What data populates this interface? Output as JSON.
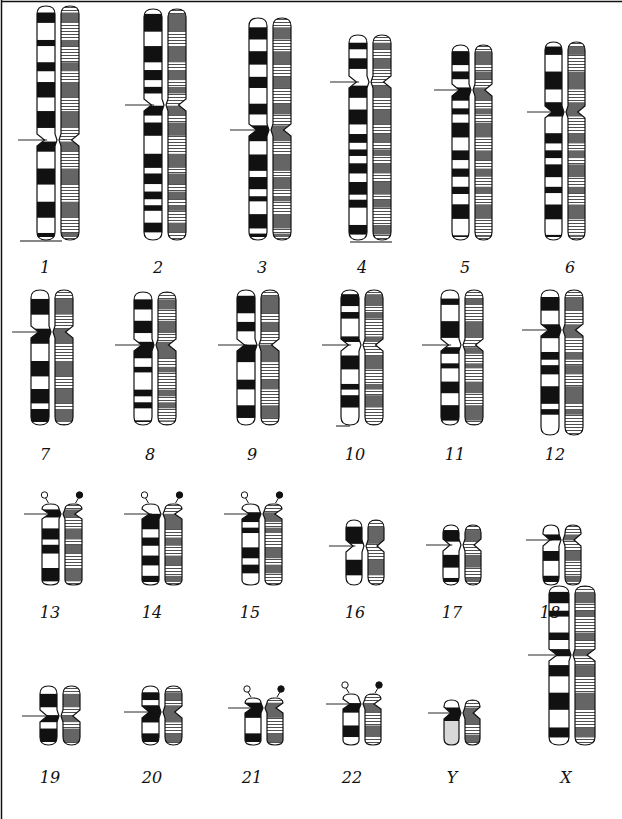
{
  "diagram": {
    "labels": [
      "1",
      "2",
      "3",
      "4",
      "5",
      "6",
      "7",
      "8",
      "9",
      "10",
      "11",
      "12",
      "13",
      "14",
      "15",
      "16",
      "17",
      "18",
      "19",
      "20",
      "21",
      "22",
      "Y",
      "X"
    ]
  }
}
